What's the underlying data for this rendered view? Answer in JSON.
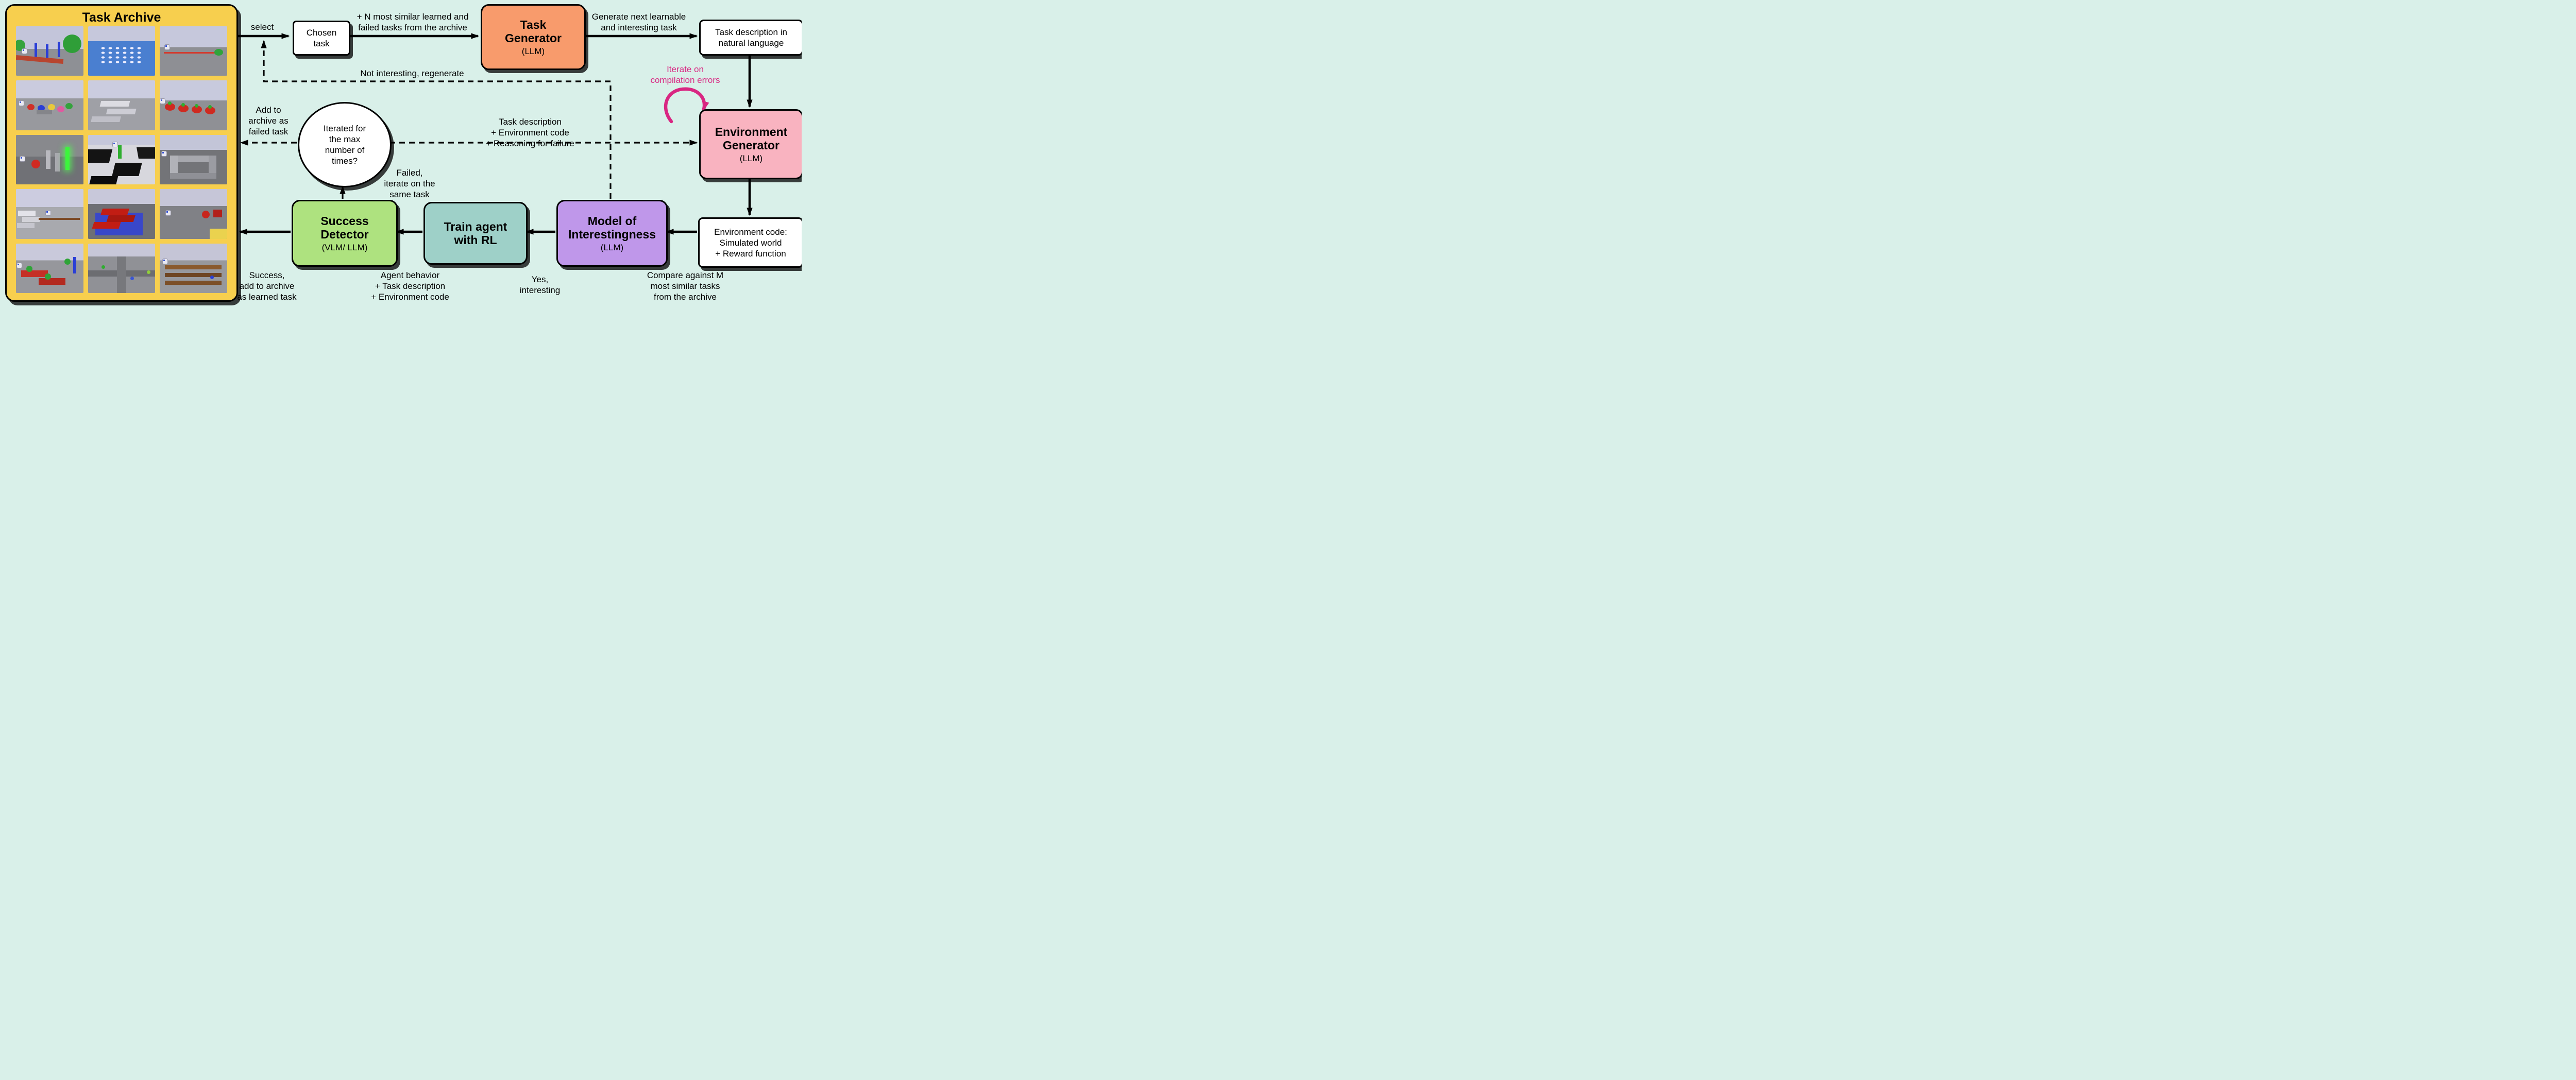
{
  "archive": {
    "title": "Task Archive",
    "thumbnail_count": 15
  },
  "nodes": {
    "chosen_task": {
      "label": "Chosen\ntask"
    },
    "task_generator": {
      "title": "Task\nGenerator",
      "subtitle": "(LLM)"
    },
    "task_description": {
      "label": "Task description in\nnatural language"
    },
    "environment_generator": {
      "title": "Environment\nGenerator",
      "subtitle": "(LLM)"
    },
    "environment_code": {
      "label": "Environment code:\nSimulated world\n+ Reward function"
    },
    "model_of_interestingness": {
      "title": "Model of\nInterestingness",
      "subtitle": "(LLM)"
    },
    "train_agent": {
      "title": "Train agent\nwith RL"
    },
    "success_detector": {
      "title": "Success\nDetector",
      "subtitle": "(VLM/ LLM)"
    },
    "max_iterations_check": {
      "label": "Iterated for\nthe max\nnumber of\ntimes?"
    }
  },
  "edge_labels": {
    "select": "select",
    "similar_tasks": "+ N most similar learned and\nfailed tasks from the archive",
    "generate_next": "Generate next learnable\nand interesting task",
    "iterate_compilation": "Iterate on\ncompilation errors",
    "not_interesting": "Not interesting, regenerate",
    "failure_feedback": "Task description\n+ Environment code\n+ Reasoning for failure",
    "add_failed": "Add to\narchive as\nfailed task",
    "failed_iterate": "Failed,\niterate on the\nsame task",
    "compare_similar": "Compare against M\nmost similar tasks\nfrom the archive",
    "yes_interesting": "Yes,\ninteresting",
    "agent_behavior": "Agent behavior\n+ Task description\n+ Environment code",
    "success_add": "Success,\nadd to archive\nas learned task"
  },
  "colors": {
    "background": "#d9f0e9",
    "archive": "#f7cf4e",
    "task_generator": "#f89b6c",
    "environment_generator": "#f9b3c0",
    "model_of_interestingness": "#bf97ea",
    "train_agent": "#9ed0c8",
    "success_detector": "#aee27f",
    "accent_magenta": "#d92682"
  }
}
